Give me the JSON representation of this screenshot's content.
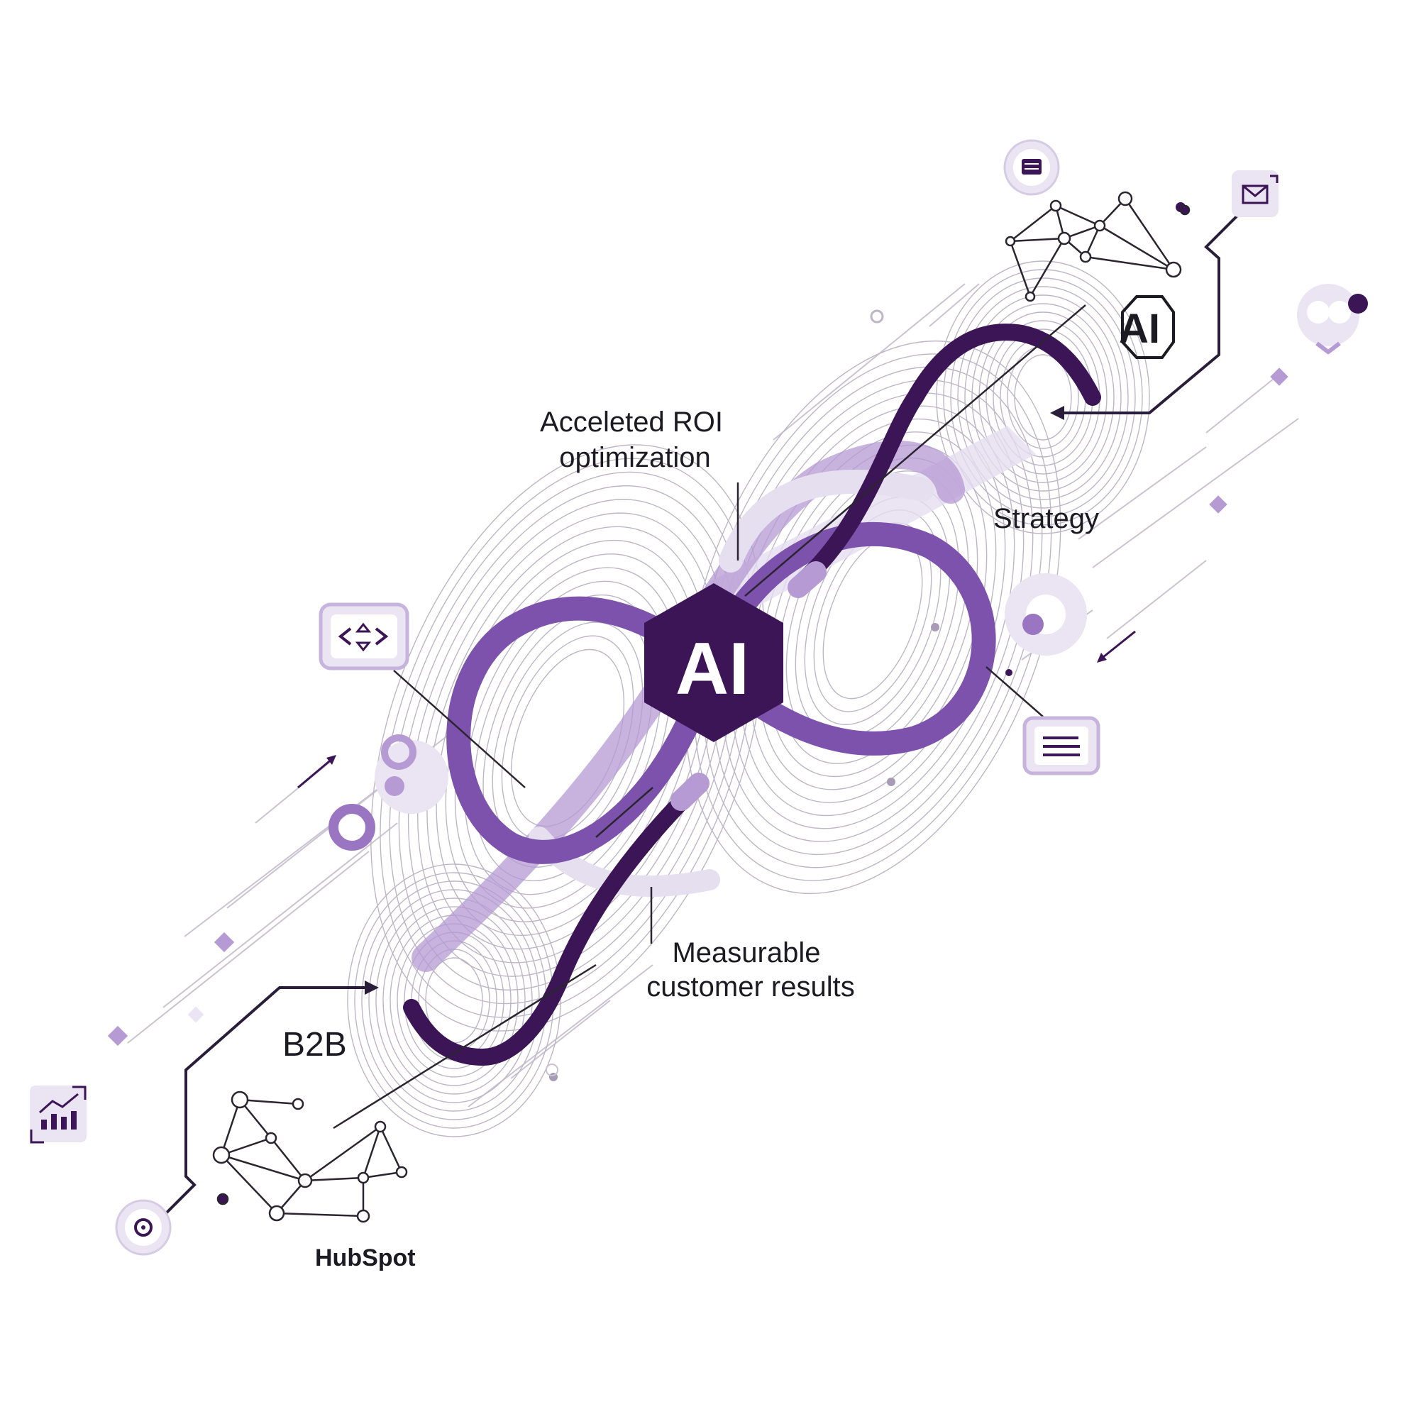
{
  "diagram": {
    "center_label": "AI",
    "badge_label": "AI",
    "labels": {
      "roi_line1": "Acceleted ROI",
      "roi_line2": "optimization",
      "strategy": "Strategy",
      "results_line1": "Measurable",
      "results_line2": "customer results",
      "b2b": "B2B",
      "hubspot": "HubSpot"
    },
    "icons": [
      "document-icon",
      "mail-icon",
      "user-icon",
      "code-icon",
      "text-lines-icon",
      "chart-growth-icon",
      "target-icon"
    ],
    "colors": {
      "deep_purple": "#3b1556",
      "mid_purple": "#7d52ac",
      "light_purple": "#c6b4dd",
      "pale_purple": "#ebe4f3",
      "ink": "#1c1a22"
    }
  }
}
